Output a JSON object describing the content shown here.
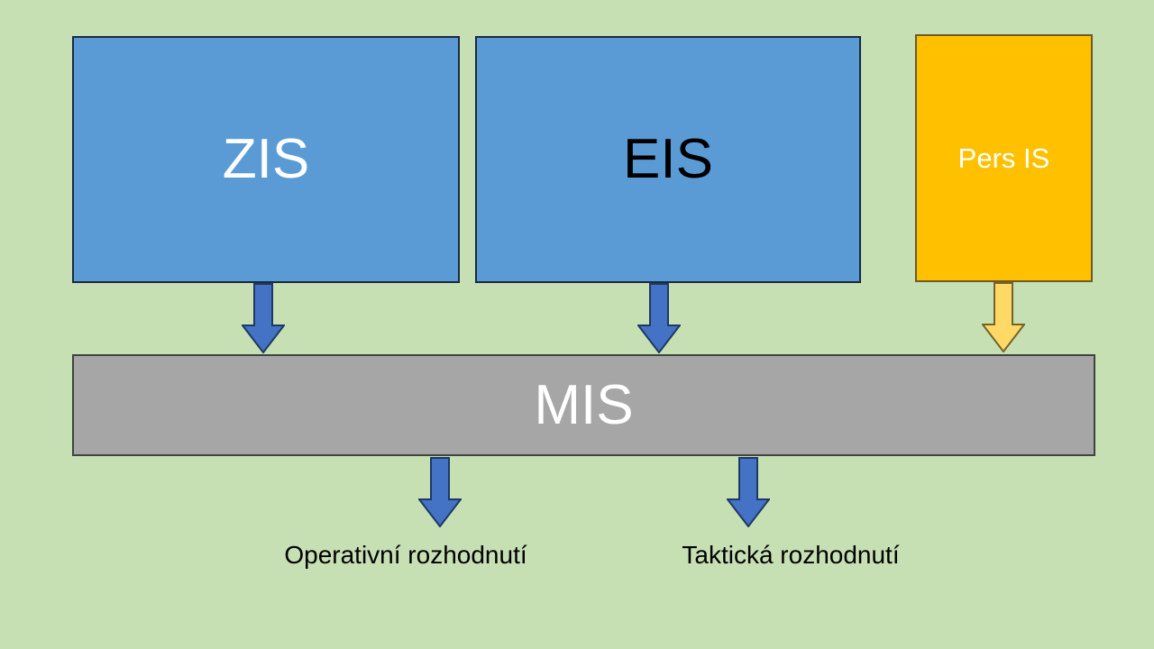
{
  "diagram": {
    "background_color": "#C6E0B4",
    "boxes": [
      {
        "id": "zis",
        "label": "ZIS",
        "fill": "#5B9BD5",
        "border": "#1B2A41",
        "text_color": "#FFFFFF"
      },
      {
        "id": "eis",
        "label": "EIS",
        "fill": "#5B9BD5",
        "border": "#1B2A41",
        "text_color": "#000000"
      },
      {
        "id": "pers-is",
        "label": "Pers IS",
        "fill": "#FFC000",
        "border": "#6B5B28",
        "text_color": "#FFFFFF"
      },
      {
        "id": "mis",
        "label": "MIS",
        "fill": "#A6A6A6",
        "border": "#3F4440",
        "text_color": "#FFFFFF"
      }
    ],
    "arrows": [
      {
        "id": "zis-to-mis",
        "direction": "down",
        "fill": "#4472C4",
        "border": "#1F3864"
      },
      {
        "id": "eis-to-mis",
        "direction": "down",
        "fill": "#4472C4",
        "border": "#1F3864"
      },
      {
        "id": "pers-to-mis",
        "direction": "down",
        "fill": "#FFD966",
        "border": "#77622A"
      },
      {
        "id": "mis-to-operative",
        "direction": "down",
        "fill": "#4472C4",
        "border": "#1F3864"
      },
      {
        "id": "mis-to-tactical",
        "direction": "down",
        "fill": "#4472C4",
        "border": "#1F3864"
      }
    ],
    "labels": [
      {
        "id": "operative",
        "text": "Operativní rozhodnutí",
        "color": "#000000"
      },
      {
        "id": "tactical",
        "text": "Taktická rozhodnutí",
        "color": "#000000"
      }
    ]
  }
}
